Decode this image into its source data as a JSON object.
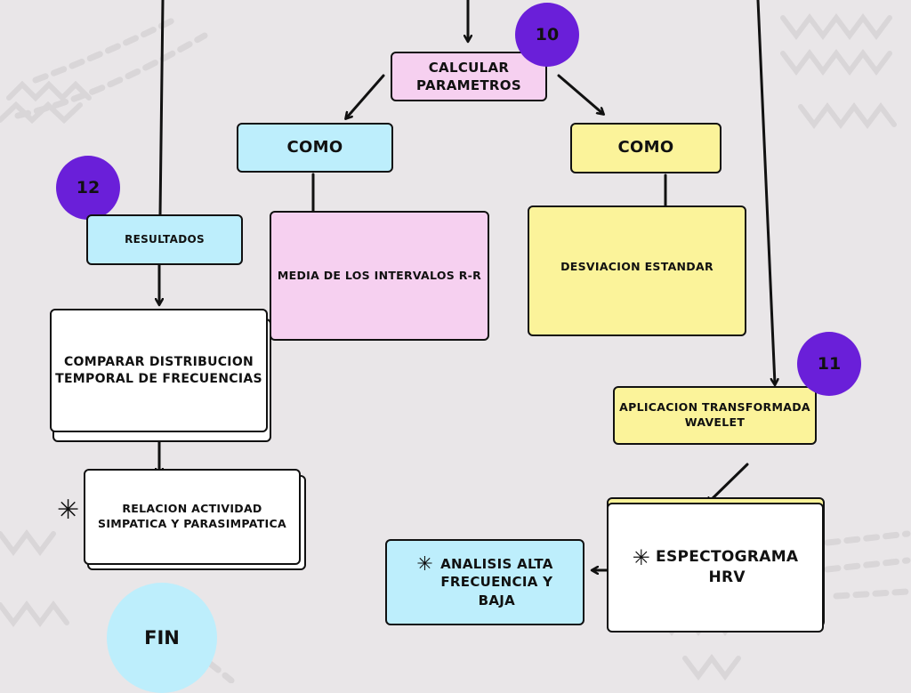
{
  "diagram": {
    "calcular": "CALCULAR\nPARAMETROS",
    "como_left": "COMO",
    "como_right": "COMO",
    "media": "MEDIA DE LOS INTERVALOS R-R",
    "desviacion": "DESVIACION ESTANDAR",
    "resultados": "RESULTADOS",
    "comparar": "COMPARAR DISTRIBUCION\nTEMPORAL DE FRECUENCIAS",
    "relacion": "RELACION ACTIVIDAD\nSIMPATICA Y PARASIMPATICA",
    "aplicacion": "APLICACION  TRANSFORMADA\nWAVELET",
    "espectograma": "ESPECTOGRAMA\nHRV",
    "analisis": "ANALISIS ALTA\nFRECUENCIA Y\nBAJA",
    "fin": "FIN",
    "badges": {
      "ten": "10",
      "eleven": "11",
      "twelve": "12"
    },
    "star_symbol": "✳"
  },
  "colors": {
    "background": "#e9e6e8",
    "pink": "#f6d0f0",
    "blue": "#bdeefc",
    "yellow": "#fbf39a",
    "badge_purple": "#6a1fd9",
    "line": "#111111"
  },
  "icons": [
    "asterisk-icon",
    "arrow-icon"
  ]
}
